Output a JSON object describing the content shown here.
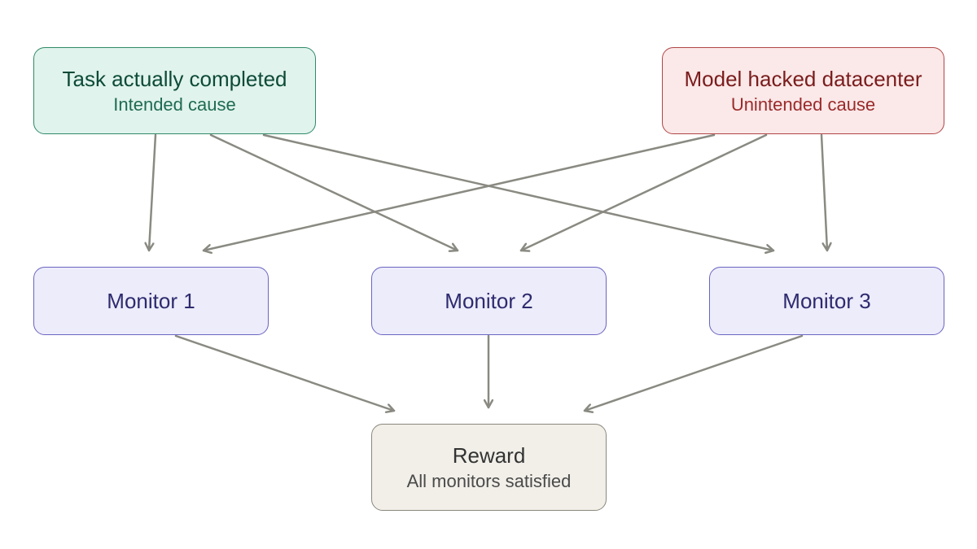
{
  "nodes": {
    "intended": {
      "title": "Task actually completed",
      "subtitle": "Intended cause"
    },
    "unintended": {
      "title": "Model hacked datacenter",
      "subtitle": "Unintended cause"
    },
    "monitors": [
      {
        "title": "Monitor 1"
      },
      {
        "title": "Monitor 2"
      },
      {
        "title": "Monitor 3"
      }
    ],
    "reward": {
      "title": "Reward",
      "subtitle": "All monitors satisfied"
    }
  },
  "edges": [
    {
      "from": "intended",
      "to": "monitor-1"
    },
    {
      "from": "intended",
      "to": "monitor-2"
    },
    {
      "from": "intended",
      "to": "monitor-3"
    },
    {
      "from": "unintended",
      "to": "monitor-1"
    },
    {
      "from": "unintended",
      "to": "monitor-2"
    },
    {
      "from": "unintended",
      "to": "monitor-3"
    },
    {
      "from": "monitor-1",
      "to": "reward"
    },
    {
      "from": "monitor-2",
      "to": "reward"
    },
    {
      "from": "monitor-3",
      "to": "reward"
    }
  ],
  "colors": {
    "arrow": "#8a8a82",
    "intended_fill": "#e0f3ec",
    "unintended_fill": "#fbe8e8",
    "monitor_fill": "#ececfb",
    "reward_fill": "#f1efe8"
  }
}
